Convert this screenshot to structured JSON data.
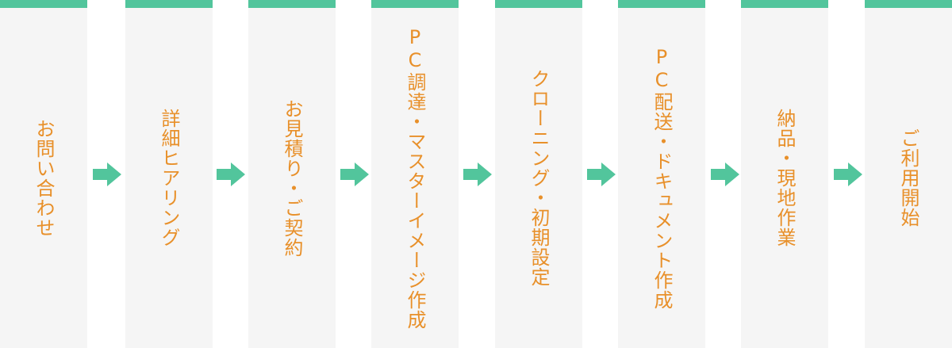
{
  "colors": {
    "accent_bar": "#52c59c",
    "arrow": "#52c59c",
    "label_text": "#e8902a",
    "column_bg": "#f5f5f5"
  },
  "steps": [
    {
      "label": "お問い合わせ"
    },
    {
      "label": "詳細ヒアリング"
    },
    {
      "label": "お見積り・ご契約"
    },
    {
      "label": "PC調達・マスターイメージ作成"
    },
    {
      "label": "クローニング・初期設定"
    },
    {
      "label": "PC配送・ドキュメント作成"
    },
    {
      "label": "納品・現地作業"
    },
    {
      "label": "ご利用開始"
    }
  ],
  "connector_icon": "right-arrow-icon"
}
